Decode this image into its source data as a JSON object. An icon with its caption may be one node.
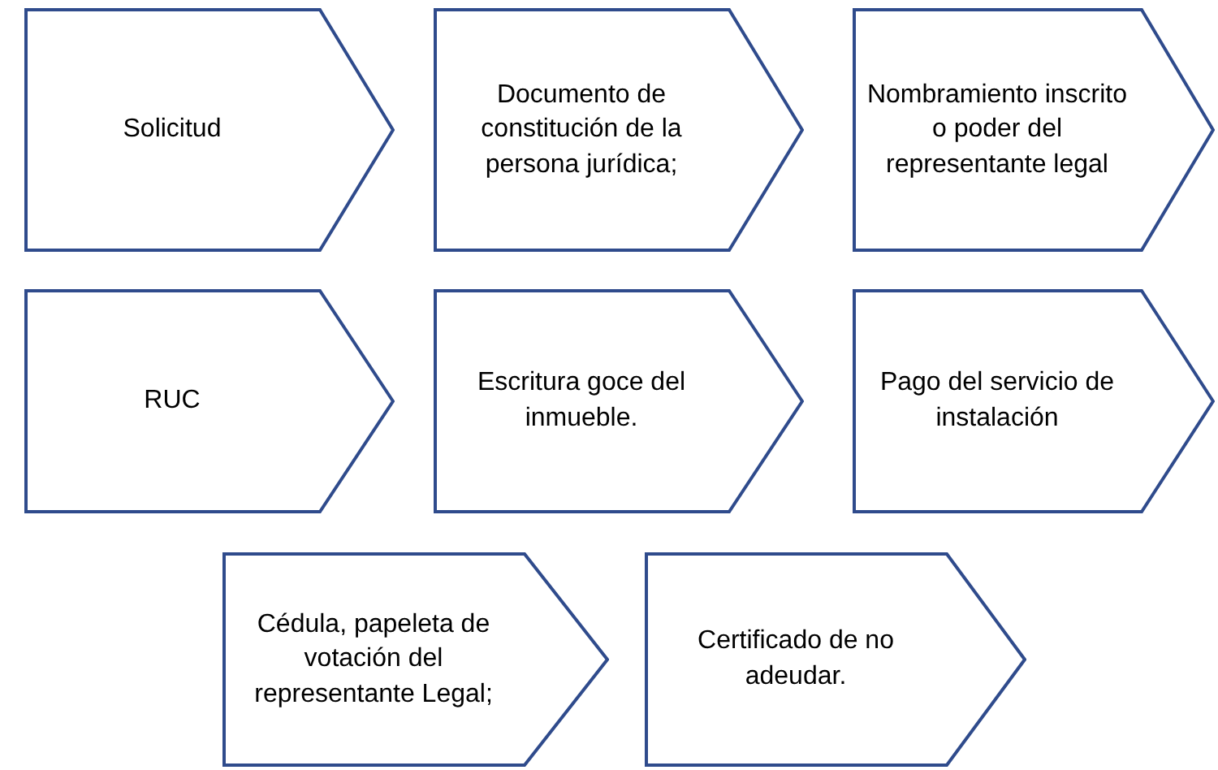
{
  "diagram": {
    "nodes": [
      {
        "text": [
          "Solicitud"
        ]
      },
      {
        "text": [
          "Documento de constitución de la persona jurídica;"
        ]
      },
      {
        "text": [
          "Nombramiento inscrito o poder del representante legal"
        ]
      },
      {
        "text": [
          "RUC"
        ]
      },
      {
        "text": [
          "Escritura goce del inmueble."
        ]
      },
      {
        "text": [
          "Pago del servicio de instalación"
        ]
      },
      {
        "text": [
          "Cédula, papeleta de votación del representante Legal;"
        ]
      },
      {
        "text": [
          "Certificado de no adeudar."
        ]
      }
    ]
  }
}
